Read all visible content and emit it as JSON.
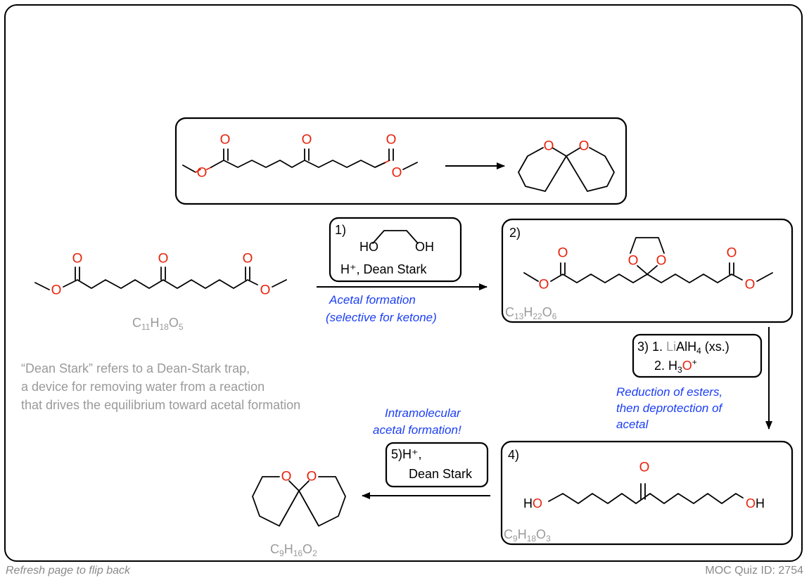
{
  "reaction_overview": {
    "arrow": "→"
  },
  "steps": {
    "step1": {
      "number": "1)",
      "reagent_ho_left": "HO",
      "reagent_oh_right": "OH",
      "conditions": "H⁺, Dean Stark",
      "description_line1": "Acetal formation",
      "description_line2": "(selective for ketone)"
    },
    "step2": {
      "number": "2)"
    },
    "step3": {
      "number": "3)",
      "line1_prefix": "1. ",
      "line1_li": "Li",
      "line1_rest": "AlH",
      "line1_sub": "4",
      "line1_suffix": " (xs.)",
      "line2_prefix": "2. H",
      "line2_sub": "3",
      "line2_o": "O",
      "line2_sup": "+",
      "description_line1": "Reduction of esters,",
      "description_line2": "then deprotection of",
      "description_line3": "acetal"
    },
    "step4": {
      "number": "4)",
      "ho_left": "H",
      "ho_left_o": "O",
      "oh_right_o": "O",
      "oh_right_h": "H"
    },
    "step5": {
      "number": "5)",
      "conditions_line1": "H⁺,",
      "conditions_line2": "Dean Stark",
      "description_line1": "Intramolecular",
      "description_line2": "acetal formation!"
    }
  },
  "formulas": {
    "start": {
      "c": "C",
      "c_n": "11",
      "h": "H",
      "h_n": "18",
      "o": "O",
      "o_n": "5"
    },
    "step2": {
      "c": "C",
      "c_n": "13",
      "h": "H",
      "h_n": "22",
      "o": "O",
      "o_n": "6"
    },
    "step4": {
      "c": "C",
      "c_n": "9",
      "h": "H",
      "h_n": "18",
      "o": "O",
      "o_n": "3"
    },
    "product": {
      "c": "C",
      "c_n": "9",
      "h": "H",
      "h_n": "16",
      "o": "O",
      "o_n": "2"
    }
  },
  "atoms": {
    "oxygen": "O"
  },
  "note": {
    "line1": "“Dean Stark” refers to a Dean-Stark trap,",
    "line2": "a device for removing water from a reaction",
    "line3": "that drives the equilibrium toward acetal formation"
  },
  "footer": {
    "left": "Refresh page to flip back",
    "right": "MOC Quiz ID: 2754"
  },
  "colors": {
    "oxygen": "#e8210b",
    "annotation_blue": "#1b3ef5",
    "formula_gray": "#9a9a9a"
  }
}
